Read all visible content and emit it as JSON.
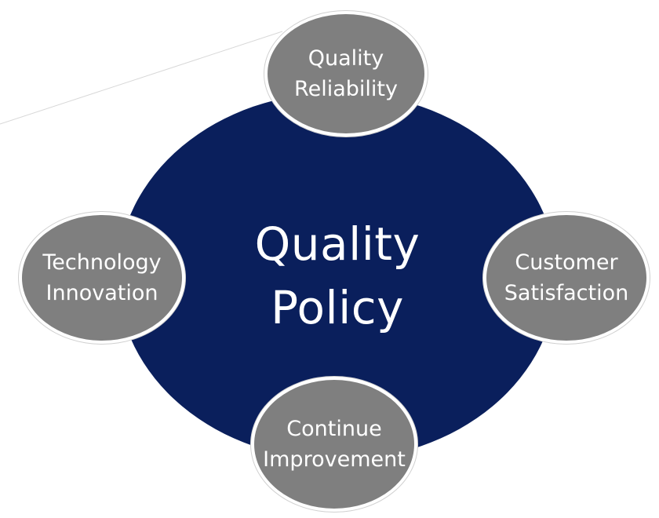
{
  "center": {
    "line1": "Quality",
    "line2": "Policy"
  },
  "nodes": {
    "top": {
      "line1": "Quality",
      "line2": "Reliability"
    },
    "left": {
      "line1": "Technology",
      "line2": "Innovation"
    },
    "right": {
      "line1": "Customer",
      "line2": "Satisfaction"
    },
    "bottom": {
      "line1": "Continue",
      "line2": "Improvement"
    }
  },
  "colors": {
    "hub": "#0a1f5c",
    "node": "#7f7f7f",
    "text": "#ffffff"
  }
}
